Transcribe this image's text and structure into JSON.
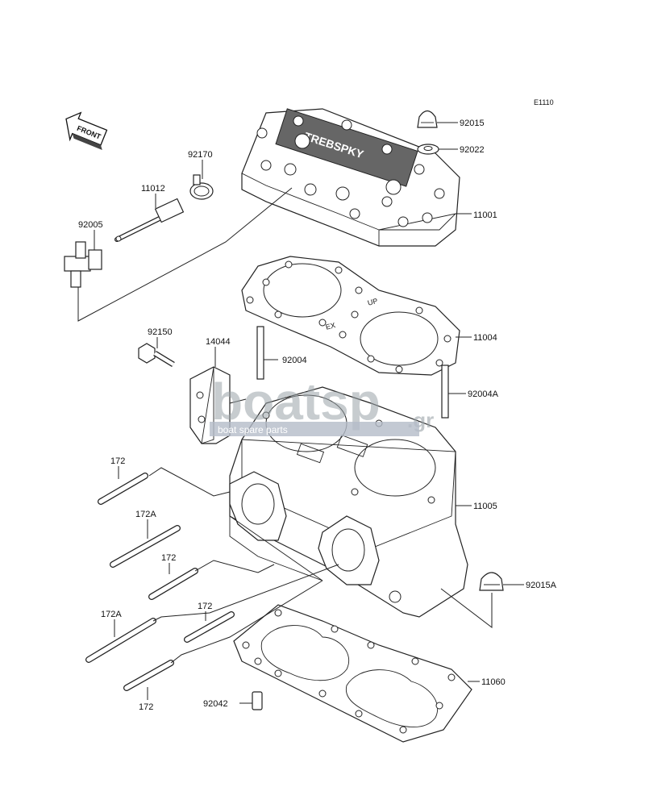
{
  "figure_ref": "E1110",
  "front_marker": "FRONT",
  "watermark": {
    "main": "boatsp",
    "domain": ".gr",
    "sub": "boat spare parts"
  },
  "gasket_marks": {
    "up": "UP",
    "ex": "EX"
  },
  "labels": {
    "p92015": "92015",
    "p92022": "92022",
    "p92170": "92170",
    "p11012": "11012",
    "p92005": "92005",
    "p11001": "11001",
    "p11004": "11004",
    "p92150": "92150",
    "p14044": "14044",
    "p92004": "92004",
    "p92004A": "92004A",
    "p172a": "172",
    "p172A_a": "172A",
    "p172b": "172",
    "p172c": "172",
    "p172A_b": "172A",
    "p172d": "172",
    "p11005": "11005",
    "p92015A": "92015A",
    "p11060": "11060",
    "p92042": "92042"
  }
}
